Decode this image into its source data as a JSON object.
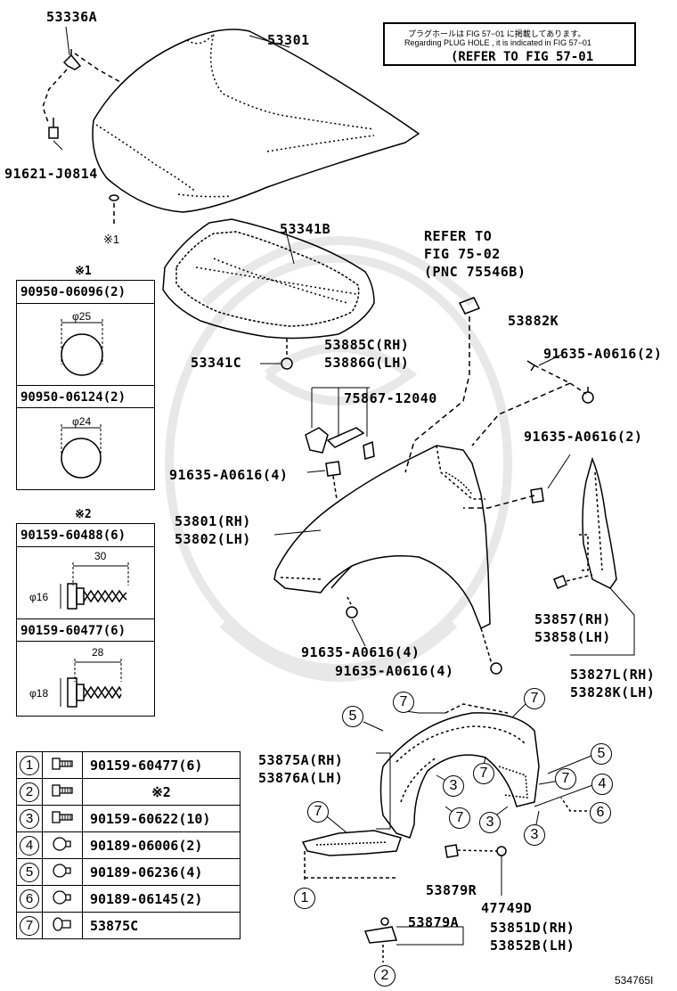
{
  "note": {
    "line1": "プラグホールは FIG 57−01 に掲載してあります。",
    "line2": "Regarding PLUG HOLE , it is indicated in FIG 57−01",
    "line3": "(REFER TO FIG 57-01"
  },
  "labels": {
    "p53336A": "53336A",
    "p53301": "53301",
    "p91621": "91621-J0814",
    "mark1": "※1",
    "p53341B": "53341B",
    "p53341C": "53341C",
    "refer1": "REFER TO",
    "refer2": "FIG 75-02",
    "refer3": "(PNC 75546B)",
    "p53882K": "53882K",
    "p91635a": "91635-A0616(2)",
    "p53885C": "53885C(RH)",
    "p53886G": "53886G(LH)",
    "p75867": "75867-12040",
    "p91635b": "91635-A0616(2)",
    "p91635c": "91635-A0616(4)",
    "p53801": "53801(RH)",
    "p53802": "53802(LH)",
    "p53857": "53857(RH)",
    "p53858": "53858(LH)",
    "p91635d": "91635-A0616(4)",
    "p91635e": "91635-A0616(4)",
    "p53827L": "53827L(RH)",
    "p53828K": "53828K(LH)",
    "p53875A": "53875A(RH)",
    "p53876A": "53876A(LH)",
    "p53879R": "53879R",
    "p47749D": "47749D",
    "p53879A": "53879A",
    "p53851D": "53851D(RH)",
    "p53852B": "53852B(LH)",
    "figno": "534765I"
  },
  "callouts": {
    "c5a": "5",
    "c7a": "7",
    "c7b": "7",
    "c5b": "5",
    "c7c": "7",
    "c7d": "7",
    "c3a": "3",
    "c4": "4",
    "c7e": "7",
    "c7f": "7",
    "c3b": "3",
    "c6": "6",
    "c3c": "3",
    "c1": "1",
    "c2": "2"
  },
  "box1": {
    "mark": "※1",
    "row1": "90950-06096(2)",
    "dim1": "φ25",
    "row2": "90950-06124(2)",
    "dim2": "φ24"
  },
  "box2": {
    "mark": "※2",
    "row1": "90159-60488(6)",
    "len1": "30",
    "dia1": "φ16",
    "row2": "90159-60477(6)",
    "len2": "28",
    "dia2": "φ18"
  },
  "legend": [
    {
      "num": "1",
      "part": "90159-60477(6)"
    },
    {
      "num": "2",
      "part": "※2"
    },
    {
      "num": "3",
      "part": "90159-60622(10)"
    },
    {
      "num": "4",
      "part": "90189-06006(2)"
    },
    {
      "num": "5",
      "part": "90189-06236(4)"
    },
    {
      "num": "6",
      "part": "90189-06145(2)"
    },
    {
      "num": "7",
      "part": "53875C"
    }
  ]
}
